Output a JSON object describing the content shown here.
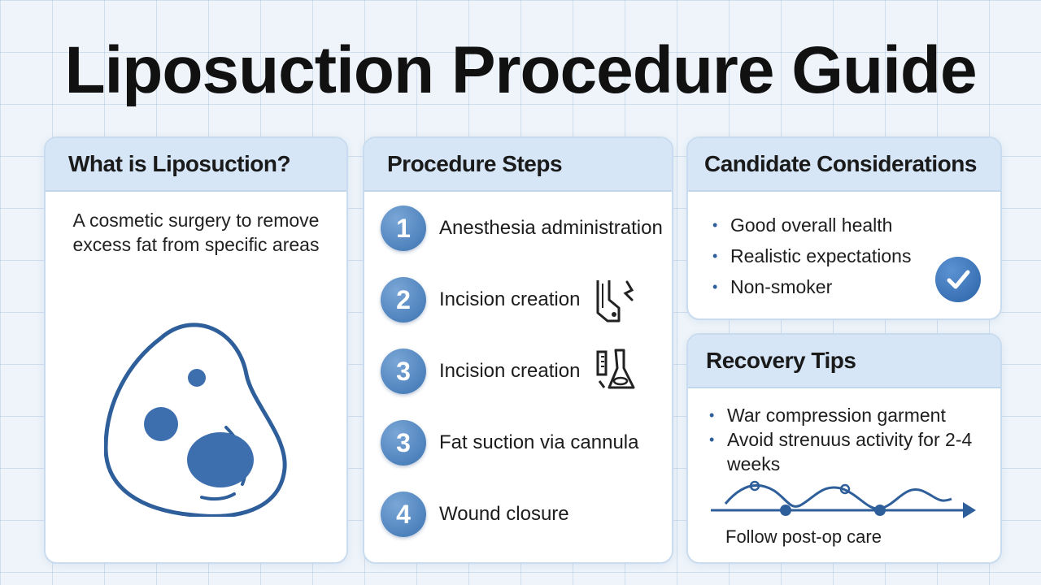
{
  "title": "Liposuction Procedure Guide",
  "what": {
    "heading": "What is Liposuction?",
    "description": "A cosmetic surgery to remove excess fat from specific areas"
  },
  "steps": {
    "heading": "Procedure Steps",
    "items": [
      {
        "number": "1",
        "label": "Anesthesia administration"
      },
      {
        "number": "2",
        "label": "Incision creation"
      },
      {
        "number": "3",
        "label": "Incision creation"
      },
      {
        "number": "3",
        "label": "Fat suction via cannula"
      },
      {
        "number": "4",
        "label": "Wound closure"
      }
    ]
  },
  "candidate": {
    "heading": "Candidate Considerations",
    "items": [
      "Good overall health",
      "Realistic expectations",
      "Non-smoker"
    ]
  },
  "recovery": {
    "heading": "Recovery Tips",
    "items": [
      "War compression garment",
      "Avoid strenuus activity for 2-4 weeks"
    ],
    "footer": "Follow post-op care"
  },
  "colors": {
    "accent": "#3d74b3",
    "header_bg": "#d6e6f7",
    "background": "#eef4fa"
  }
}
